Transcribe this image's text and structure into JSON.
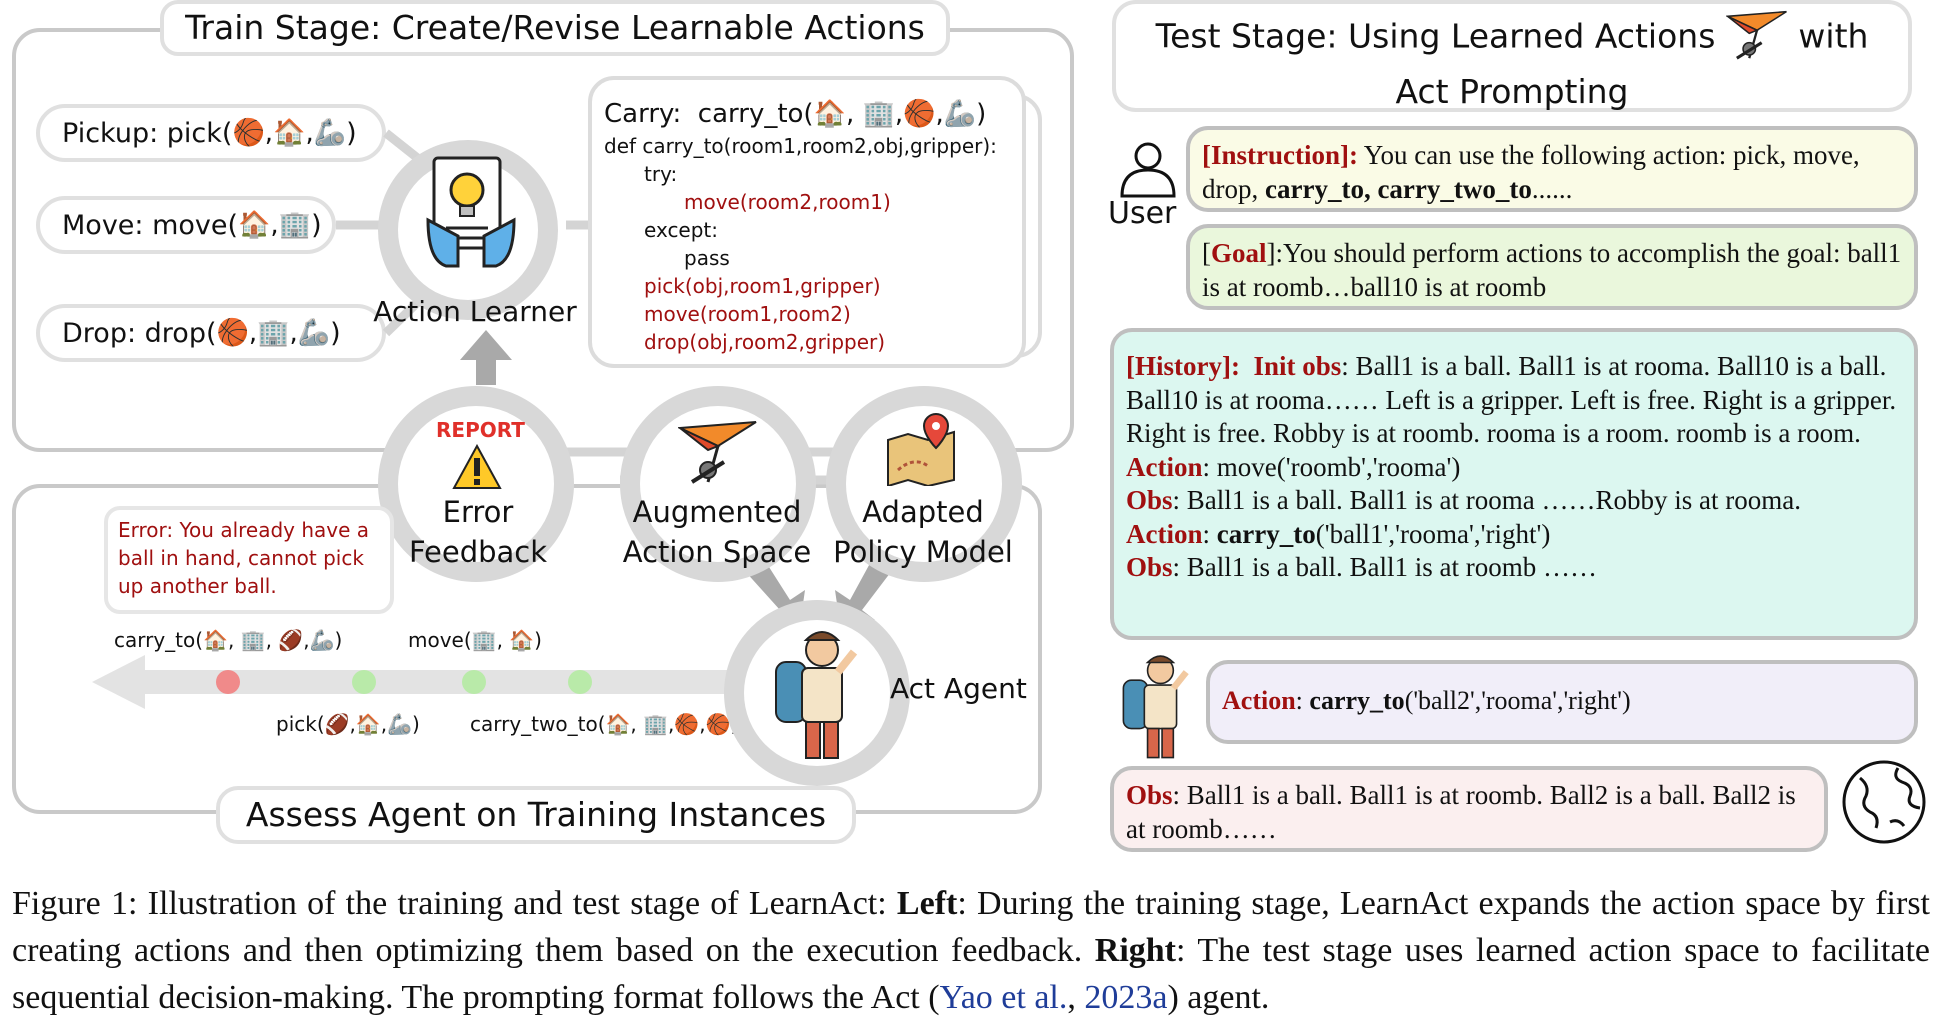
{
  "train": {
    "title": "Train Stage: Create/Revise Learnable Actions",
    "pickup": {
      "label": "Pickup:",
      "func": "pick(",
      "args": "🏀,🏠,🦾",
      "close": ")"
    },
    "move": {
      "label": "Move:",
      "func": "move(",
      "args": "🏠,🏢",
      "close": ")"
    },
    "drop": {
      "label": "Drop:",
      "func": "drop(",
      "args": "🏀,🏢,🦾",
      "close": ")"
    },
    "action_learner": "Action Learner",
    "carry_header": "Carry:",
    "carry_func": "carry_to(",
    "carry_args": "🏠, 🏢,🏀,🦾",
    "carry_close": ")",
    "code_def": "def carry_to(room1,room2,obj,gripper):",
    "code_try": "try:",
    "code_move1": "move(room2,room1)",
    "code_except": "except:",
    "code_pass": "pass",
    "code_pick": "pick(obj,room1,gripper)",
    "code_move2": "move(room1,room2)",
    "code_drop": "drop(obj,room2,gripper)",
    "report_label": "REPORT",
    "error_feedback_line1": "Error",
    "error_feedback_line2": "Feedback",
    "augmented_line1": "Augmented",
    "augmented_line2": "Action Space",
    "adapted_line1": "Adapted",
    "adapted_line2": "Policy Model",
    "error_msg": "Error: You already have a ball in hand, cannot pick up another ball.",
    "traj_carry": "carry_to(🏠, 🏢, 🏈,🦾)",
    "traj_move": "move(🏢, 🏠)",
    "traj_pick": "pick(🏈,🏠,🦾)",
    "traj_carry_two": "carry_two_to(🏠, 🏢,🏀,🏀)",
    "act_agent": "Act Agent",
    "assess": "Assess Agent on Training Instances"
  },
  "test": {
    "title_line1_a": "Test Stage:  Using Learned Actions",
    "title_line1_b": "with",
    "title_line2": "Act Prompting",
    "user_label": "User",
    "instruction_tag": "[Instruction]:",
    "instruction_text": " You can use the following action: pick, move, drop, ",
    "instruction_bold": "carry_to, carry_two_to",
    "instruction_end": "......",
    "goal_tag_open": "[",
    "goal_tag": "Goal",
    "goal_tag_close": "]:",
    "goal_text": "You should perform actions to accomplish the goal: ball1 is at roomb…ball10 is at roomb",
    "history_tag": "[History]:",
    "init_obs_tag": "Init obs",
    "init_obs_text": ": Ball1 is a ball.  Ball1 is at rooma.  Ball10 is a ball.  Ball10 is at rooma…… Left is a gripper.  Left is free.  Right is a gripper.  Right is free.  Robby is at roomb. rooma is a room. roomb is a room.",
    "action1_tag": "Action",
    "action1_text": ": move('roomb','rooma')",
    "obs1_tag": "Obs",
    "obs1_text": ": Ball1 is a ball.  Ball1 is at rooma ……Robby is at rooma.",
    "action2_tag": "Action",
    "action2_sep": ": ",
    "action2_func": "carry_to",
    "action2_args": "('ball1','rooma','right')",
    "obs2_tag": "Obs",
    "obs2_text": ": Ball1 is a ball. Ball1 is at roomb ……",
    "agent_action_tag": "Action",
    "agent_action_sep": ": ",
    "agent_action_func": "carry_to",
    "agent_action_args": "('ball2','rooma','right')",
    "env_obs_tag": "Obs",
    "env_obs_text": ": Ball1 is a ball. Ball1 is at roomb. Ball2 is a ball. Ball2 is at roomb……"
  },
  "caption": {
    "prefix": "Figure 1: Illustration of the training and test stage of LearnAct: ",
    "left_bold": "Left",
    "left_text": ": During the training stage, LearnAct expands the action space by first creating actions and then optimizing them based on the execution feedback. ",
    "right_bold": "Right",
    "right_text": ": The test stage uses learned action space to facilitate sequential decision-making. The prompting format follows the Act (",
    "cite_author": "Yao et al.",
    "cite_sep": ", ",
    "cite_year": "2023a",
    "end": ") agent."
  },
  "colors": {
    "dark_red": "#a01010",
    "instruction_bg": "#fafbe6",
    "goal_bg": "#eaf7dc",
    "history_bg": "#dcf7f0",
    "action_bg": "#f1eef9",
    "obs_bg": "#fbefef",
    "cite_blue": "#1f3d99",
    "dot_red": "#f08a8a",
    "dot_green": "#b9eaa9"
  }
}
